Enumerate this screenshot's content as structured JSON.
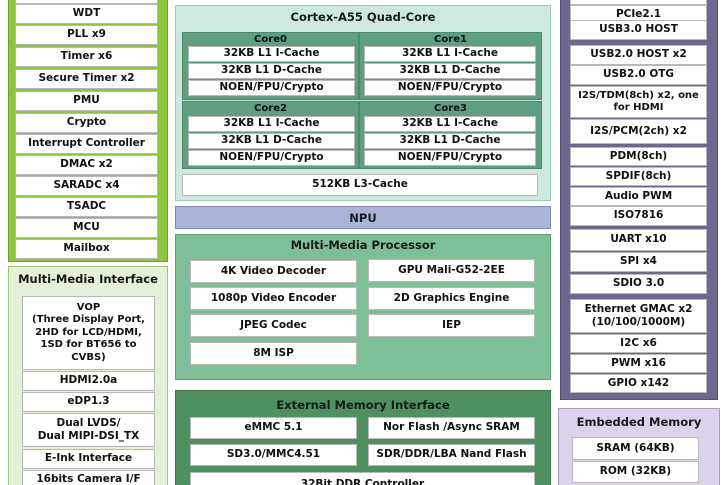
{
  "system": {
    "items": [
      "WDT",
      "PLL x9",
      "Timer x6",
      "Secure Timer x2",
      "PMU",
      "Crypto",
      "Interrupt Controller",
      "DMAC x2",
      "SARADC x4",
      "TSADC",
      "MCU",
      "Mailbox"
    ]
  },
  "mm_interface": {
    "title": "Multi-Media Interface",
    "vop": "VOP\n(Three Display Port,\n2HD for LCD/HDMI,\n1SD for BT656 to\nCVBS)",
    "items": [
      "HDMI2.0a",
      "eDP1.3",
      "Dual LVDS/\nDual MIPI-DSI_TX",
      "E-Ink Interface",
      "16bits Camera I/F"
    ]
  },
  "cpu": {
    "title": "Cortex-A55 Quad-Core",
    "cores": [
      {
        "name": "Core0",
        "lines": [
          "32KB L1 I-Cache",
          "32KB L1 D-Cache",
          "NOEN/FPU/Crypto"
        ]
      },
      {
        "name": "Core1",
        "lines": [
          "32KB L1 I-Cache",
          "32KB L1 D-Cache",
          "NOEN/FPU/Crypto"
        ]
      },
      {
        "name": "Core2",
        "lines": [
          "32KB L1 I-Cache",
          "32KB L1 D-Cache",
          "NOEN/FPU/Crypto"
        ]
      },
      {
        "name": "Core3",
        "lines": [
          "32KB L1 I-Cache",
          "32KB L1 D-Cache",
          "NOEN/FPU/Crypto"
        ]
      }
    ],
    "l3": "512KB L3-Cache"
  },
  "npu": "NPU",
  "mmp": {
    "title": "Multi-Media Processor",
    "items": [
      "4K Video  Decoder",
      "GPU Mali-G52-2EE",
      "1080p Video  Encoder",
      "2D Graphics Engine",
      "JPEG Codec",
      "IEP",
      "8M ISP"
    ]
  },
  "emi": {
    "title": "External Memory Interface",
    "items": [
      "eMMC 5.1",
      "Nor Flash /Async SRAM",
      "SD3.0/MMC4.51",
      "SDR/DDR/LBA Nand Flash",
      "32Bit DDR Controller"
    ]
  },
  "connectivity": {
    "items": [
      "PCIe2.1",
      "USB3.0 HOST",
      "USB2.0 HOST x2",
      "USB2.0 OTG",
      "I2S/TDM(8ch) x2, one\nfor HDMI",
      "I2S/PCM(2ch) x2",
      "PDM(8ch)",
      "SPDIF(8ch)",
      "Audio PWM",
      "ISO7816",
      "UART x10",
      "SPI x4",
      "SDIO 3.0",
      "Ethernet GMAC x2\n(10/100/1000M)",
      "I2C x6",
      "PWM x16",
      "GPIO x142"
    ]
  },
  "embedded": {
    "title": "Embedded Memory",
    "items": [
      "SRAM (64KB)",
      "ROM (32KB)"
    ]
  }
}
